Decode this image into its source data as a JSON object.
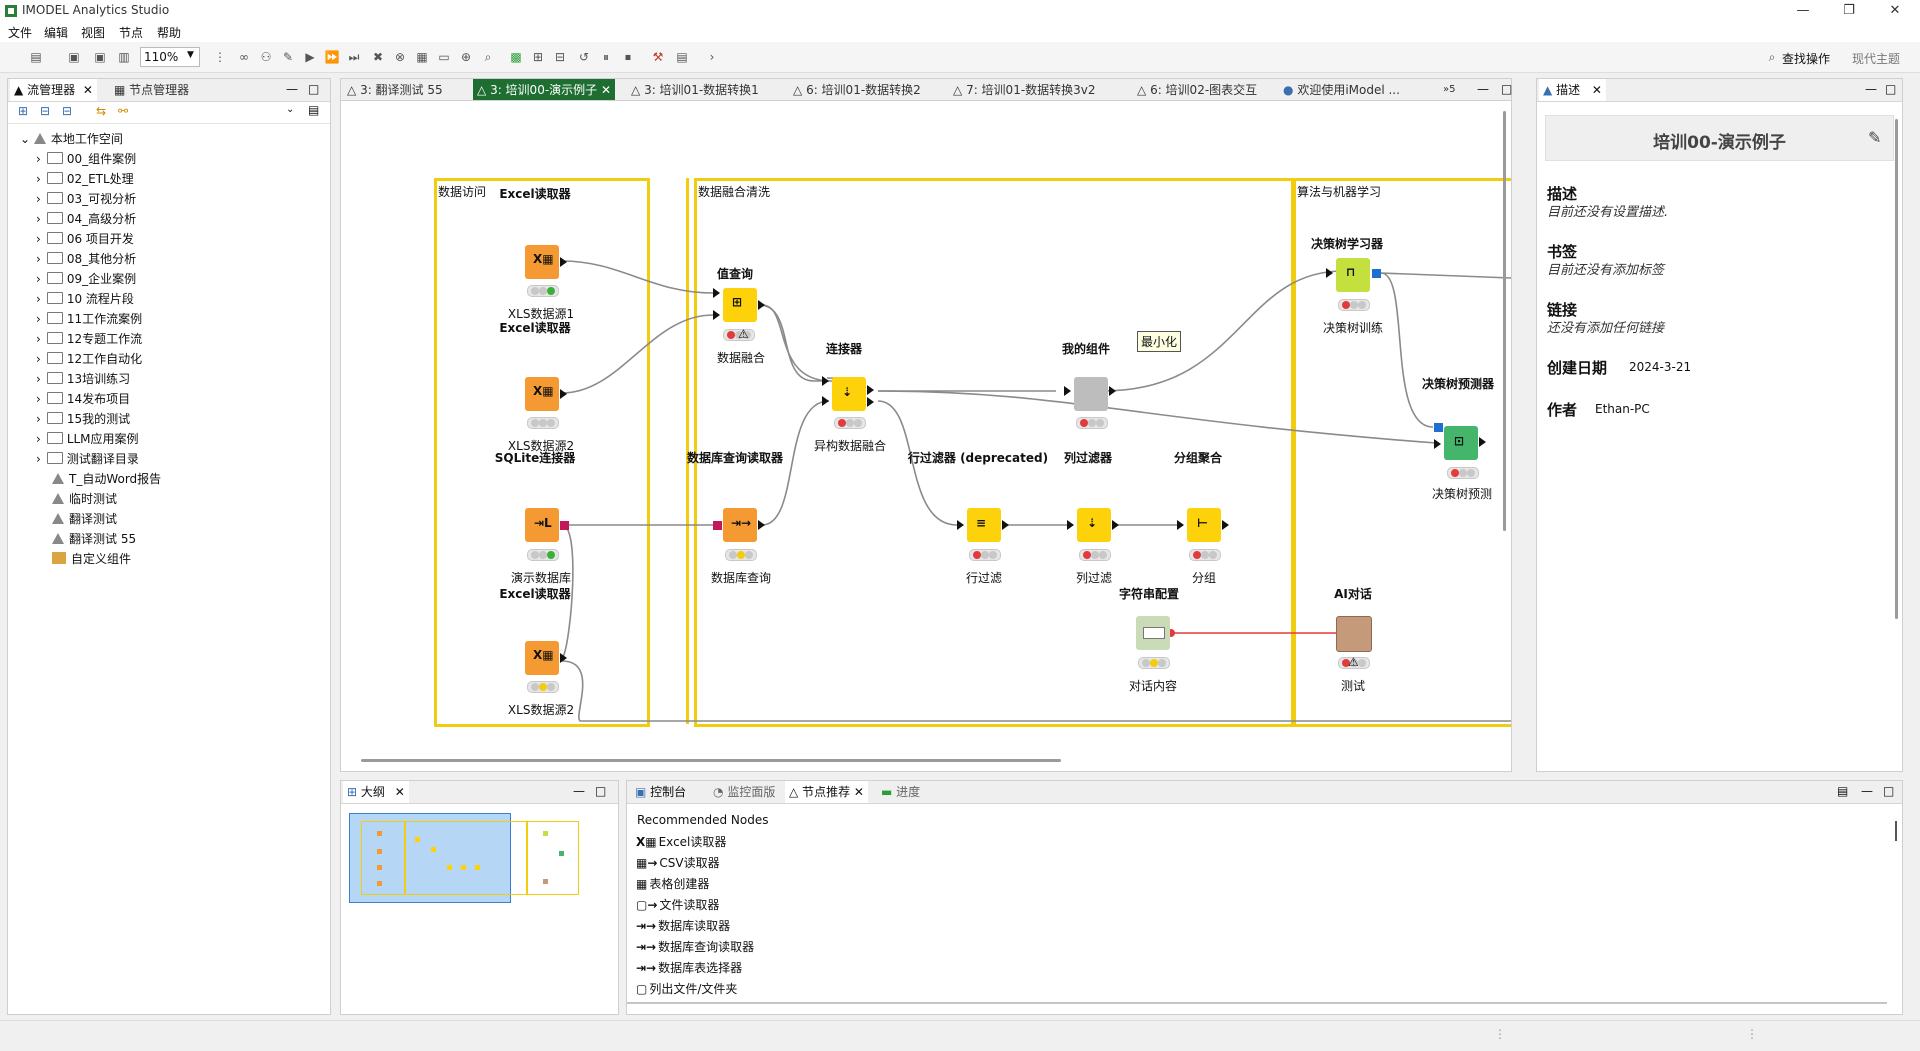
{
  "app": {
    "title": "IMODEL Analytics Studio"
  },
  "menu": [
    "文件",
    "编辑",
    "视图",
    "节点",
    "帮助"
  ],
  "toolbar": {
    "zoom": "110%",
    "find_label": "查找操作",
    "theme_label": "现代主题"
  },
  "explorer": {
    "tabs": [
      "流管理器",
      "节点管理器"
    ],
    "root": "本地工作空间",
    "folders": [
      "00_组件案例",
      "02_ETL处理",
      "03_可视分析",
      "04_高级分析",
      "06 项目开发",
      "08_其他分析",
      "09_企业案例",
      "10 流程片段",
      "11工作流案例",
      "12专题工作流",
      "12工作自动化",
      "13培训练习",
      "14发布项目",
      "15我的测试",
      "LLM应用案例",
      "测试翻译目录"
    ],
    "workflows": [
      "T_自动Word报告",
      "临时测试",
      "翻译测试",
      "翻译测试 55"
    ],
    "component": "自定义组件"
  },
  "editor_tabs": [
    "3: 翻译测试 55",
    "3: 培训00-演示例子",
    "3: 培训01-数据转换1",
    "6: 培训01-数据转换2",
    "7: 培训01-数据转换3v2",
    "6: 培训02-图表交互",
    "欢迎使用iModel ..."
  ],
  "editor_overflow": "»5",
  "annotations": [
    "数据访问",
    "数据融合清洗",
    "算法与机器学习"
  ],
  "nodes": {
    "excel1": {
      "title": "Excel读取器",
      "label": "XLS数据源1"
    },
    "excel2": {
      "title": "Excel读取器",
      "label": "XLS数据源2"
    },
    "sqlite": {
      "title": "SQLite连接器",
      "label": "演示数据库"
    },
    "excel3": {
      "title": "Excel读取器",
      "label": "XLS数据源2"
    },
    "lookup": {
      "title": "值查询",
      "label": "数据融合"
    },
    "dbquery": {
      "title": "数据库查询读取器",
      "label": "数据库查询"
    },
    "joiner": {
      "title": "连接器",
      "label": "异构数据融合"
    },
    "rowfilter": {
      "title": "行过滤器 (deprecated)",
      "label": "行过滤"
    },
    "colfilter": {
      "title": "列过滤器",
      "label": "列过滤"
    },
    "groupby": {
      "title": "分组聚合",
      "label": "分组"
    },
    "component": {
      "title": "我的组件",
      "label": ""
    },
    "strconfig": {
      "title": "字符串配置",
      "label": "对话内容"
    },
    "dtlearner": {
      "title": "决策树学习器",
      "label": "决策树训练"
    },
    "dtpredictor": {
      "title": "决策树预测器",
      "label": "决策树预测"
    },
    "aichat": {
      "title": "AI对话",
      "label": "测试"
    }
  },
  "tooltip": "最小化",
  "description": {
    "tab": "描述",
    "title": "培训00-演示例子",
    "desc_label": "描述",
    "desc_value": "目前还没有设置描述.",
    "tags_label": "书签",
    "tags_value": "目前还没有添加标签",
    "links_label": "链接",
    "links_value": "还没有添加任何链接",
    "date_label": "创建日期",
    "date_value": "2024-3-21",
    "author_label": "作者",
    "author_value": "Ethan-PC"
  },
  "outline": {
    "tab": "大纲"
  },
  "bottom": {
    "tabs": [
      "控制台",
      "监控面版",
      "节点推荐",
      "进度"
    ],
    "heading": "Recommended Nodes",
    "items": [
      "Excel读取器",
      "CSV读取器",
      "表格创建器",
      "文件读取器",
      "数据库读取器",
      "数据库查询读取器",
      "数据库表选择器",
      "列出文件/文件夹"
    ]
  },
  "colors": {
    "annotation_border": "#f2cc0f",
    "active_tab": "#1d6e30",
    "source_node": "#f59a32",
    "manipulator_node": "#fdd20a",
    "learner_node": "#c3e03f",
    "predictor_node": "#44b56b"
  }
}
